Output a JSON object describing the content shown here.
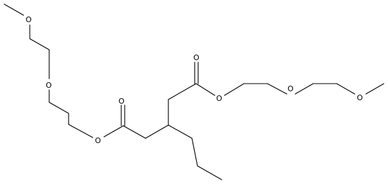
{
  "molecule": {
    "atom_labels": {
      "methoxy_o_left": "O",
      "ether_o_left": "O",
      "ester_o_left": "O",
      "carbonyl_o_left": "O",
      "carbonyl_o_right": "O",
      "ester_o_right": "O",
      "ether_o_right": "O",
      "methoxy_o_right": "O"
    },
    "colors": {
      "bond": "#000000",
      "label": "#000000",
      "background": "#ffffff"
    }
  }
}
